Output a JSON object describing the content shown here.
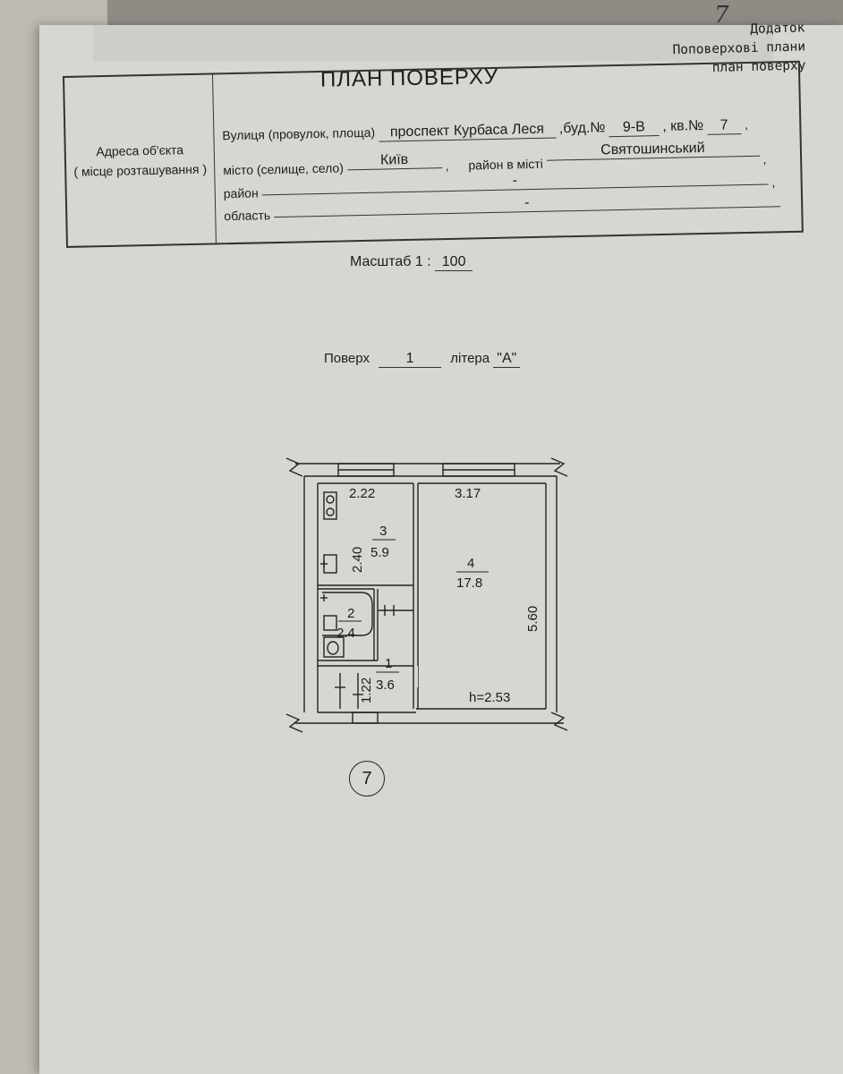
{
  "handwritten_page_number": "7",
  "appendix": {
    "line1": "Додаток",
    "line2": "Поповерхові плани",
    "line3": "план поверху"
  },
  "title": "ПЛАН ПОВЕРХУ",
  "address": {
    "section_label_line1": "Адреса об'єкта",
    "section_label_line2": "( місце розташування )",
    "street_label": "Вулиця (провулок, площа)",
    "street_value": "проспект Курбаса Леся",
    "building_label": ",буд.№",
    "building_value": "9-В",
    "apartment_label": ", кв.№",
    "apartment_value": "7",
    "city_label": "місто (селище, село)",
    "city_value": "Київ",
    "city_district_label": "район в місті",
    "city_district_value": "Святошинський",
    "district_label": "район",
    "district_value": "-",
    "region_label": "область",
    "region_value": "-"
  },
  "scale": {
    "label": "Масштаб  1 :",
    "value": "100"
  },
  "floor": {
    "label": "Поверх",
    "value": "1",
    "letter_label": "літера",
    "letter_value": "\"А\""
  },
  "plan": {
    "rooms": [
      {
        "number": "1",
        "area": "3.6"
      },
      {
        "number": "2",
        "area": "2.4"
      },
      {
        "number": "3",
        "area": "5.9"
      },
      {
        "number": "4",
        "area": "17.8"
      }
    ],
    "dimensions": {
      "room3_width": "2.22",
      "room3_length": "2.40",
      "room4_width": "3.17",
      "room4_length": "5.60",
      "room1_length": "1.22"
    },
    "ceiling_height": "h=2.53"
  },
  "apartment_circle_number": "7"
}
